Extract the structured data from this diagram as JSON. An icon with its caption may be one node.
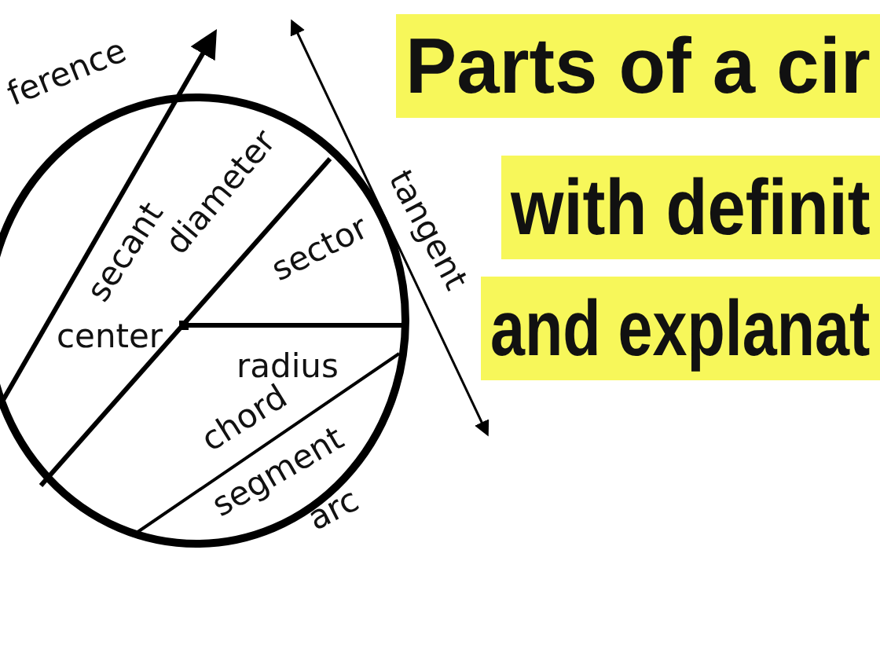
{
  "diagram": {
    "title": "Parts of a cir",
    "labels": [
      "ference",
      "secant",
      "diameter",
      "sector",
      "tangent",
      "center",
      "radius",
      "chord",
      "segment",
      "arc",
      "with definit",
      "and explanat"
    ]
  }
}
